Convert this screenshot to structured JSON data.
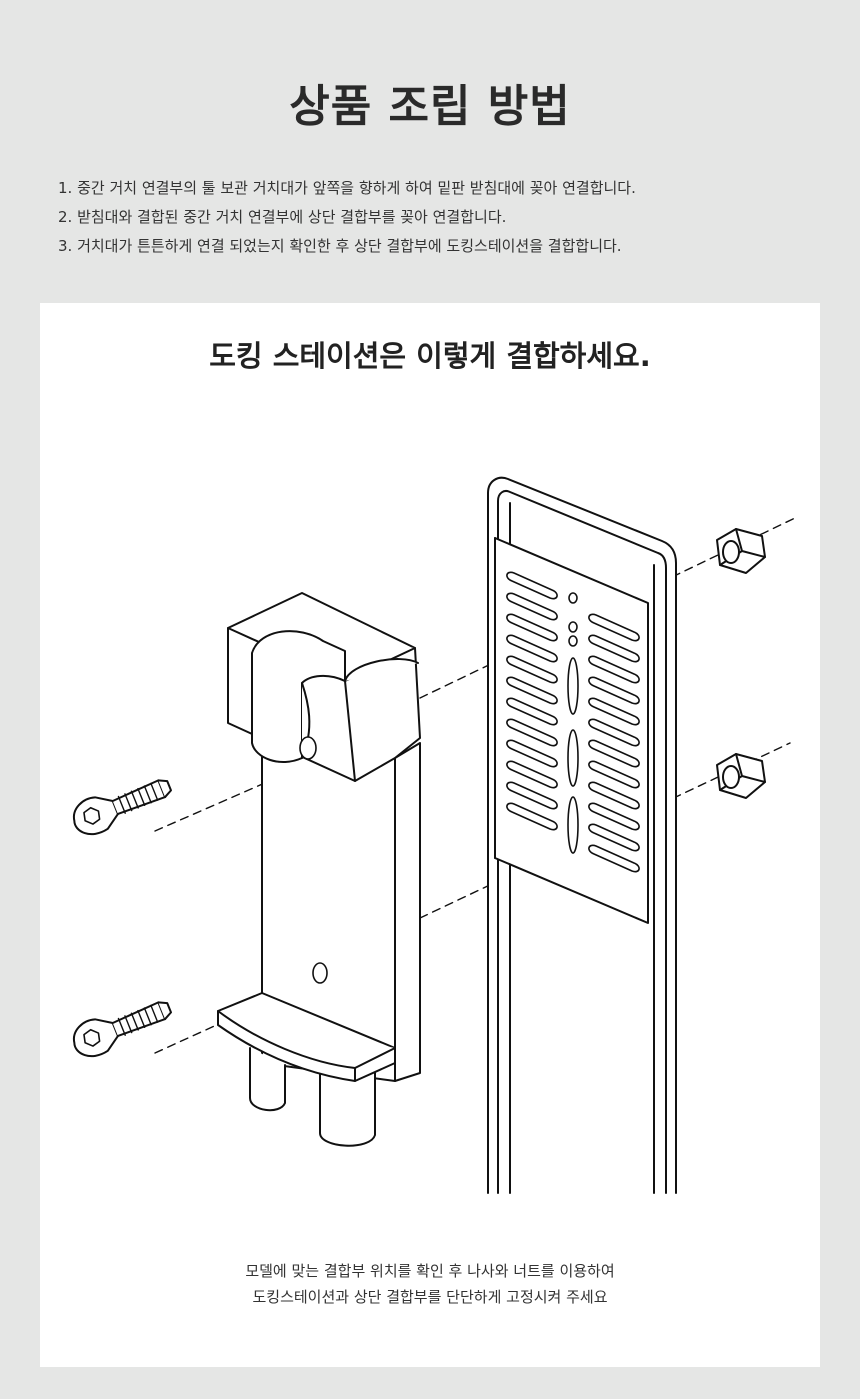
{
  "header": {
    "title": "상품 조립 방법"
  },
  "steps": [
    "1. 중간 거치 연결부의 툴 보관 거치대가 앞쪽을 향하게 하여 밑판 받침대에 꽂아 연결합니다.",
    "2. 받침대와 결합된 중간 거치 연결부에 상단 결합부를 꽂아 연결합니다.",
    "3. 거치대가 튼튼하게 연결 되었는지 확인한 후 상단 결합부에 도킹스테이션을 결합합니다."
  ],
  "card": {
    "title": "도킹 스테이션은 이렇게 결합하세요.",
    "caption_line1": "모델에 맞는 결합부 위치를 확인 후 나사와 너트를 이용하여",
    "caption_line2": "도킹스테이션과 상단 결합부를 단단하게 고정시켜 주세요"
  },
  "colors": {
    "background": "#e5e6e5",
    "card": "#ffffff",
    "line": "#111111"
  }
}
